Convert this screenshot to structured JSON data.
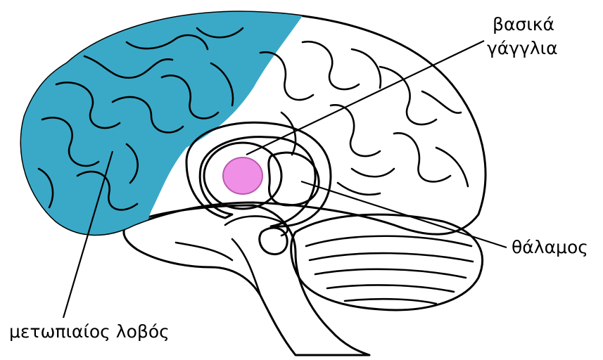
{
  "labels": {
    "basal_ganglia_line1": "βασικά",
    "basal_ganglia_line2": "γάγγλια",
    "thalamus": "θάλαμος",
    "frontal_lobe": "μετωπιαίος λοβός"
  },
  "colors": {
    "brain": "#f5cf99",
    "frontal_lobe": "#3aa9c7",
    "basal_ganglia": "#e96de0",
    "basal_ganglia_core": "#f08fe6",
    "thalamus": "#d4540e",
    "outline": "#000000",
    "background": "#ffffff"
  }
}
